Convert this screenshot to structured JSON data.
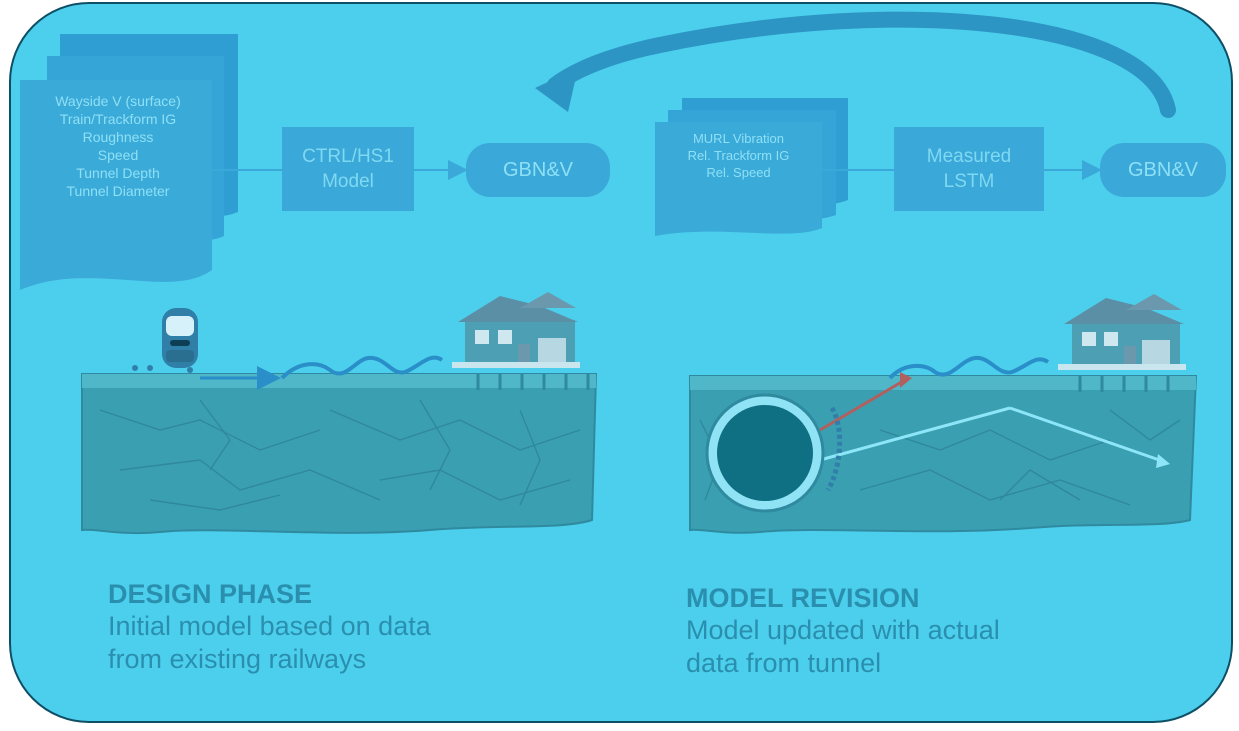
{
  "left_inputs": {
    "lines": [
      "Wayside V (surface)",
      "Train/Trackform IG",
      "Roughness",
      "Speed",
      "Tunnel Depth",
      "Tunnel Diameter"
    ]
  },
  "left_model": {
    "lines": [
      "CTRL/HS1",
      "Model"
    ]
  },
  "left_output": {
    "label": "GBN&V"
  },
  "right_inputs": {
    "lines": [
      "MURL Vibration",
      "Rel. Trackform IG",
      "Rel. Speed"
    ]
  },
  "right_model": {
    "lines": [
      "Measured",
      "LSTM"
    ]
  },
  "right_output": {
    "label": "GBN&V"
  },
  "design_phase": {
    "title": "DESIGN PHASE",
    "line1": "Initial model based on data",
    "line2": "from existing railways"
  },
  "model_revision": {
    "title": "MODEL REVISION",
    "line1": "Model updated with actual",
    "line2": "data from tunnel"
  },
  "colors": {
    "background": "#4ccfec",
    "box": "#3aa8d8",
    "caption": "#2a8fae",
    "border": "#0e4f66"
  },
  "icons": [
    "train-icon",
    "house-icon",
    "tunnel-icon",
    "feedback-arrow-icon"
  ]
}
